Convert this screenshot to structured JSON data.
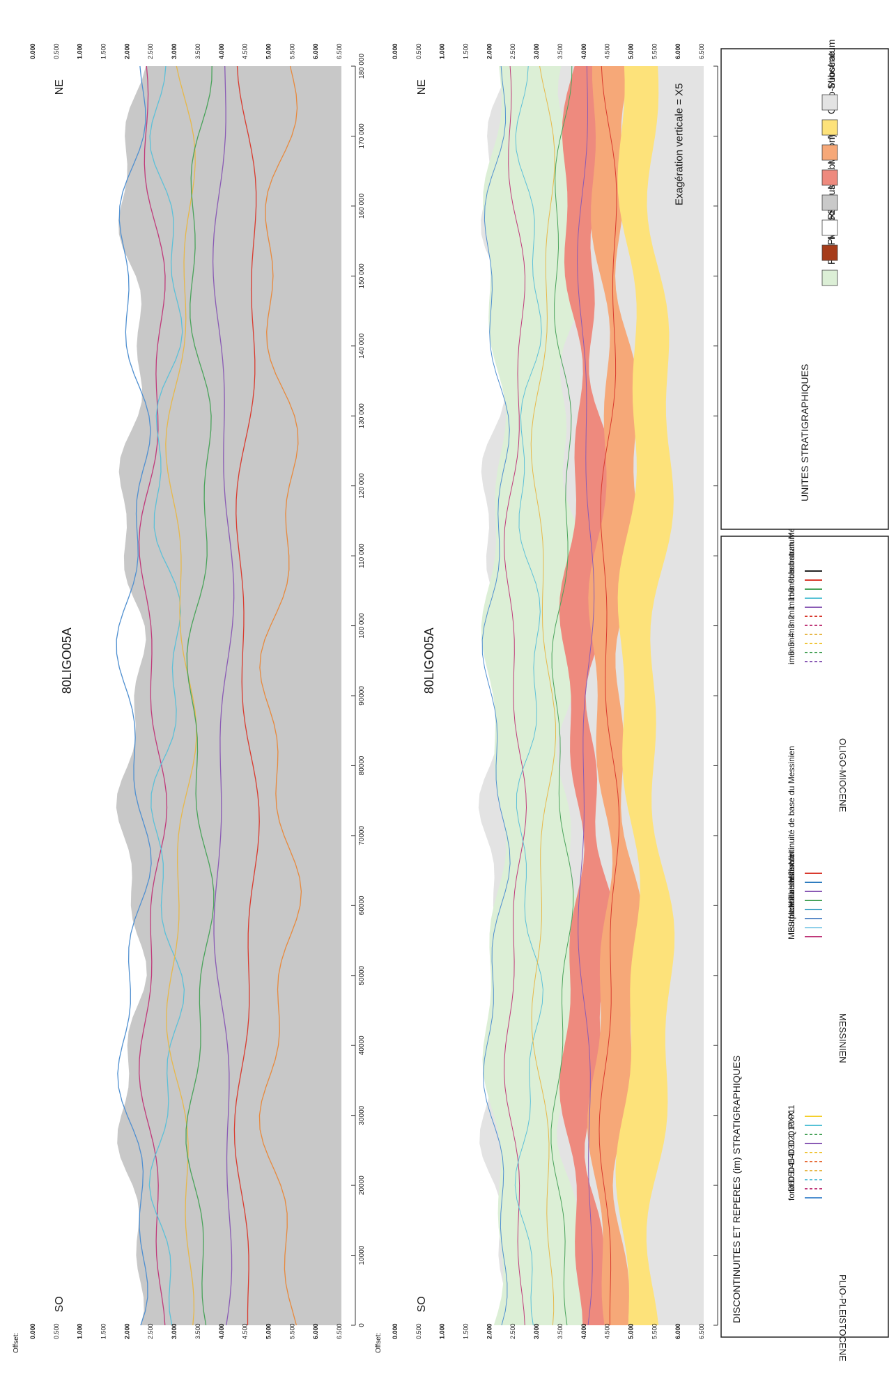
{
  "sections": [
    {
      "name": "80LIGO05A",
      "left_end": "SO",
      "right_end": "NE",
      "colored": false
    },
    {
      "name": "80LIGO05A",
      "left_end": "SO",
      "right_end": "NE",
      "colored": true,
      "exaggeration": "Exagération verticale = X5"
    }
  ],
  "axis": {
    "offset_label": "Offset:",
    "offset_ticks": [
      "0",
      "10000",
      "20000",
      "30000",
      "40000",
      "50000",
      "60000",
      "70000",
      "80000",
      "90000",
      "100 000",
      "110 000",
      "120 000",
      "130 000",
      "140 000",
      "150 000",
      "160 000",
      "170 000",
      "180 000"
    ],
    "depth_ticks": [
      "0.000",
      "0.500",
      "1.000",
      "1.500",
      "2.000",
      "2.500",
      "3.000",
      "3.500",
      "4.000",
      "4.500",
      "5.000",
      "5.500",
      "6.000",
      "6.500"
    ]
  },
  "legend": {
    "discontinuities_title": "DISCONTINUITES ET REPERES (im) STRATIGRAPHIQUES",
    "groups": [
      {
        "title": "PLIO-PLEISTOCENE",
        "items": [
          {
            "label": "fond",
            "color": "#4f8fd0",
            "dash": false
          },
          {
            "label": "D60",
            "color": "#c0397a",
            "dash": true
          },
          {
            "label": "D50",
            "color": "#5cc0d8",
            "dash": true
          },
          {
            "label": "D45",
            "color": "#e7b84a",
            "dash": true
          },
          {
            "label": "D40",
            "color": "#e86f3c",
            "dash": true
          },
          {
            "label": "D30",
            "color": "#f0c63a",
            "dash": true
          },
          {
            "label": "D20",
            "color": "#8a5bb5",
            "dash": false
          },
          {
            "label": "Q10",
            "color": "#49a35a",
            "dash": true
          },
          {
            "label": "PXX",
            "color": "#57c2d6",
            "dash": false
          },
          {
            "label": "P11",
            "color": "#f4cf2c",
            "dash": false
          }
        ]
      },
      {
        "title": "MESSINIEN",
        "items": [
          {
            "label": "MES plateau",
            "color": "#c0397a",
            "dash": false
          },
          {
            "label": "surface d'abrasion",
            "color": "#8fd0ea",
            "dash": false
          },
          {
            "label": "toit M2",
            "color": "#5d8cc9",
            "dash": false
          },
          {
            "label": "toit du sel",
            "color": "#4aa5c6",
            "dash": false
          },
          {
            "label": "base M2",
            "color": "#49a35a",
            "dash": false
          },
          {
            "label": "base du sel",
            "color": "#8a5bb5",
            "dash": false
          },
          {
            "label": "base Mb",
            "color": "#2f7cbf",
            "dash": false
          },
          {
            "label": "discontinuité de base du Messinien",
            "color": "#d93a2e",
            "dash": false
          }
        ]
      },
      {
        "title": "OLIGO-MIOCENE",
        "items": [
          {
            "label": "im6",
            "color": "#8a5bb5",
            "dash": true
          },
          {
            "label": "im5",
            "color": "#49a35a",
            "dash": true
          },
          {
            "label": "im4",
            "color": "#f0c63a",
            "dash": true
          },
          {
            "label": "im3",
            "color": "#e7b84a",
            "dash": true
          },
          {
            "label": "im2",
            "color": "#c0397a",
            "dash": true
          },
          {
            "label": "im1",
            "color": "#d93a2e",
            "dash": true
          },
          {
            "label": "im1bis",
            "color": "#8a5bb5",
            "dash": false
          },
          {
            "label": "im0",
            "color": "#57c2d6",
            "dash": false
          },
          {
            "label": "im0bis",
            "color": "#49a35a",
            "dash": false
          },
          {
            "label": "substratum Mésozoïque",
            "color": "#d93a2e",
            "dash": false
          },
          {
            "label": "substratum Paléozoïque",
            "color": "#222222",
            "dash": false
          }
        ]
      }
    ],
    "units_title": "UNITES STRATIGRAPHIQUES",
    "units": [
      {
        "label": "Plio-Pléistocène",
        "color": "#dcefd6"
      },
      {
        "label": "M3 (Résidus d'abrasion)",
        "color": "#a63c1a"
      },
      {
        "label": "Sel",
        "color": "#ffffff"
      },
      {
        "label": "M2",
        "color": "#c9c9c9"
      },
      {
        "label": "Mb",
        "color": "#ee8a7e"
      },
      {
        "label": "Ma",
        "color": "#f6a878"
      },
      {
        "label": "Oligo-Miocène",
        "color": "#fde27a"
      },
      {
        "label": "Substratum",
        "color": "#e3e3e3"
      }
    ]
  }
}
